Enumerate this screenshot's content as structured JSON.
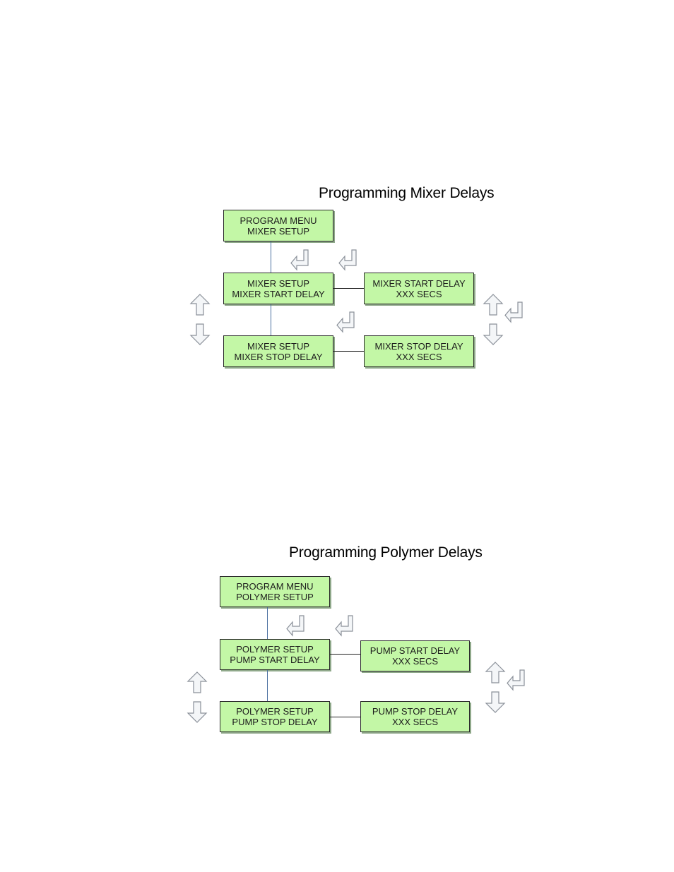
{
  "mixer": {
    "title": "Programming Mixer Delays",
    "program_menu": {
      "line1": "PROGRAM MENU",
      "line2": "MIXER SETUP"
    },
    "setup_start": {
      "line1": "MIXER SETUP",
      "line2": "MIXER START DELAY"
    },
    "setup_stop": {
      "line1": "MIXER SETUP",
      "line2": "MIXER STOP DELAY"
    },
    "start_value": {
      "line1": "MIXER START DELAY",
      "line2": "XXX   SECS"
    },
    "stop_value": {
      "line1": "MIXER STOP DELAY",
      "line2": "XXX   SECS"
    }
  },
  "polymer": {
    "title": "Programming Polymer Delays",
    "program_menu": {
      "line1": "PROGRAM MENU",
      "line2": "POLYMER SETUP"
    },
    "setup_start": {
      "line1": "POLYMER SETUP",
      "line2": "PUMP START DELAY"
    },
    "setup_stop": {
      "line1": "POLYMER SETUP",
      "line2": "PUMP STOP DELAY"
    },
    "start_value": {
      "line1": "PUMP START DELAY",
      "line2": "XXX   SECS"
    },
    "stop_value": {
      "line1": "PUMP STOP DELAY",
      "line2": "XXX   SECS"
    }
  },
  "icons": {
    "enter": "enter-arrow-icon",
    "up": "up-arrow-icon",
    "down": "down-arrow-icon",
    "colors": {
      "box_fill": "#c3f7a6",
      "icon_fill": "#f4f6f8",
      "icon_stroke": "#8a9099"
    }
  }
}
